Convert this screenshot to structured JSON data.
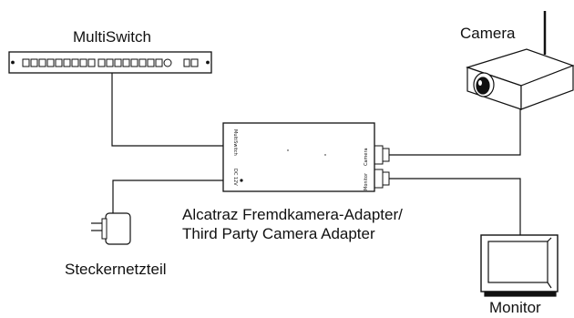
{
  "labels": {
    "multiswitch": "MultiSwitch",
    "camera": "Camera",
    "adapter_line1": "Alcatraz Fremdkamera-Adapter/",
    "adapter_line2": "Third Party Camera Adapter",
    "power_supply": "Steckernetzteil",
    "monitor": "Monitor"
  },
  "adapter_ports": {
    "multiswitch": "MultiSwitch",
    "dc": "DC 12V",
    "camera": "Camera",
    "monitor": "Monitor"
  },
  "colors": {
    "stroke": "#111111",
    "background": "#ffffff"
  }
}
